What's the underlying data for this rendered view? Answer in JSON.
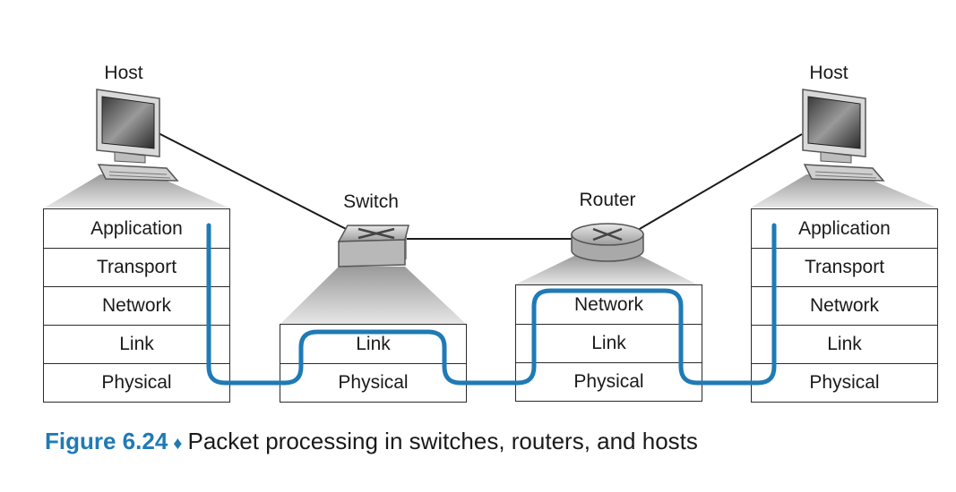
{
  "devices": {
    "host_left": {
      "label": "Host"
    },
    "switch": {
      "label": "Switch"
    },
    "router": {
      "label": "Router"
    },
    "host_right": {
      "label": "Host"
    }
  },
  "stacks": {
    "host_left": [
      "Application",
      "Transport",
      "Network",
      "Link",
      "Physical"
    ],
    "switch": [
      "Link",
      "Physical"
    ],
    "router": [
      "Network",
      "Link",
      "Physical"
    ],
    "host_right": [
      "Application",
      "Transport",
      "Network",
      "Link",
      "Physical"
    ]
  },
  "caption": {
    "figure": "Figure 6.24",
    "separator": "♦",
    "text": "Packet processing in switches, routers, and hosts"
  },
  "colors": {
    "path": "#1f7ab5",
    "caption_accent": "#1f7ab5"
  }
}
